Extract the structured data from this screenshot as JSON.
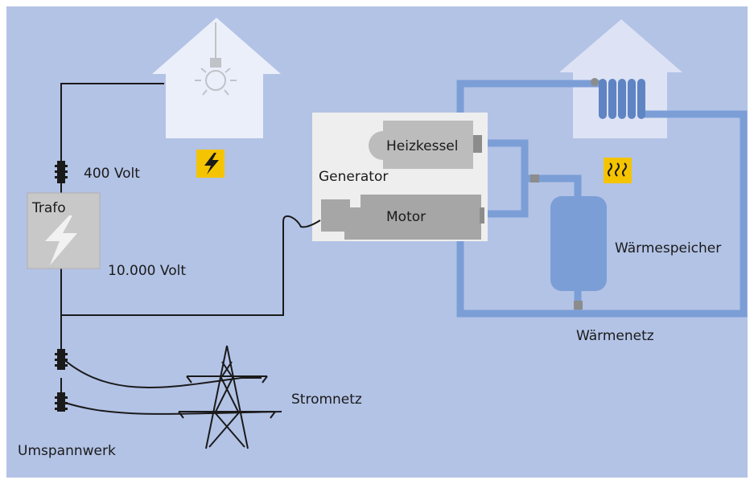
{
  "diagram": {
    "labels": {
      "volt_400": "400 Volt",
      "trafo": "Trafo",
      "volt_10000": "10.000 Volt",
      "generator": "Generator",
      "heizkessel": "Heizkessel",
      "motor": "Motor",
      "waermespeicher": "Wärmespeicher",
      "waermenetz": "Wärmenetz",
      "stromnetz": "Stromnetz",
      "umspannwerk": "Umspannwerk"
    },
    "colors": {
      "background": "#b3c3e6",
      "house": "#ebeff9",
      "house_right": "#dde3f4",
      "pipe": "#7b9ed6",
      "trafo": "#c8c8c8",
      "generator_box": "#eeeeee",
      "machine": "#a6a6a6",
      "heizkessel_body": "#bcbcbc",
      "badge": "#f5c400",
      "line": "#1a1a1a",
      "text": "#1a1a1a"
    },
    "icons": [
      "lightbulb-icon",
      "lightning-icon",
      "heat-icon",
      "radiator-icon",
      "insulator-icon",
      "power-pylon-icon"
    ]
  }
}
